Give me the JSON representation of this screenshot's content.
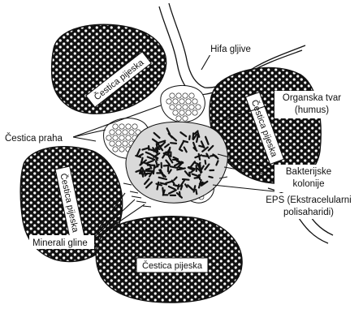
{
  "diagram": {
    "labels": {
      "hyphae": "Hifa gljive",
      "organic_matter": [
        "Organska tvar",
        "(humus)"
      ],
      "silt": "Čestica praha",
      "bacteria": [
        "Bakterijske",
        "kolonije"
      ],
      "eps": [
        "EPS (Ekstracelularni",
        "polisaharidi)"
      ],
      "clay": "Minerali gline"
    },
    "sand_particles": [
      "Čestica pijeska",
      "Čestica pijeska",
      "Čestica pijeska",
      "Čestica pijeska"
    ],
    "colors": {
      "ink": "#111111",
      "paper": "#ffffff"
    }
  }
}
